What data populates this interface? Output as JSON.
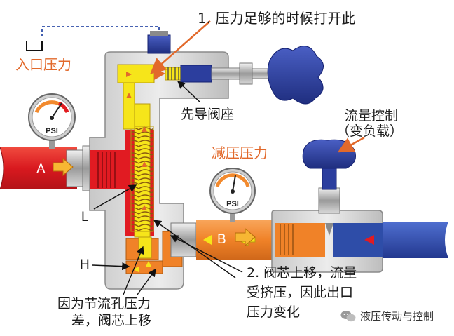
{
  "labels": {
    "inlet_pressure": "入口压力",
    "note1": "1. 压力足够的时候打开此",
    "pilot_seat": "先导阀座",
    "reduced_pressure": "减压压力",
    "flow_control_line1": "流量控制",
    "flow_control_line2": "（变负载）",
    "port_a": "A",
    "port_b": "B",
    "label_l": "L",
    "label_h": "H",
    "note2_line1": "2. 阀芯上移，流量",
    "note2_line2": "受挤压，因此出口",
    "note2_line3": "压力变化",
    "orifice_line1": "因为节流孔压力",
    "orifice_line2": "差，阀芯上移",
    "gauge_text": "PSI"
  },
  "watermark": {
    "text": "液压传动与控制"
  },
  "colors": {
    "orange_label": "#e2692b",
    "inlet_red": "#e11b22",
    "outlet_orange": "#f28a2e",
    "pilot_yellow": "#f6e51a",
    "body_gray": "#dcdcdc",
    "knob_blue": "#2c3e9e",
    "return_line_blue": "#2e4da8"
  }
}
